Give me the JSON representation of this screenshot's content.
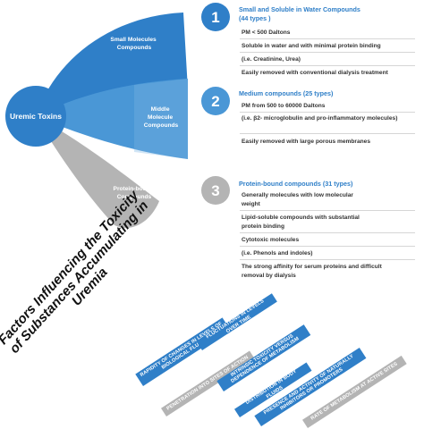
{
  "center": {
    "label": "Uremic Toxins"
  },
  "petals": [
    {
      "label": "Small Molecules Compounds"
    },
    {
      "label": "Middle Molecule Compounds"
    },
    {
      "label": "Protein-bound Compounds"
    }
  ],
  "categories": [
    {
      "number": "1",
      "title": "Small and Soluble in Water Compounds",
      "subtitle": "(44 types )",
      "bullets": [
        "PM < 500 Daltons",
        "Soluble in water and with minimal protein binding",
        "(i.e. Creatinine, Urea)",
        "Easily removed with conventional dialysis treatment"
      ]
    },
    {
      "number": "2",
      "title": "Medium compounds (25 types)",
      "bullets": [
        "PM from 500 to 60000 Daltons",
        "(i.e. β2- microglobulin and pro-inflammatory molecules)",
        "Easily removed with large porous membranes"
      ]
    },
    {
      "number": "3",
      "title": "Protein-bound compounds (31 types)",
      "bullets": [
        "Generally molecules with low molecular weight",
        "Lipid-soluble compounds with substantial protein binding",
        "Cytotoxic molecules",
        "(i.e. Phenols and indoles)",
        "The strong affinity for serum proteins and difficult removal by dialysis"
      ]
    }
  ],
  "factors": {
    "title": "Factors Influencing the Toxicity of Substances Accumulating in Uremia",
    "items": [
      {
        "label": "RAPIDITY OF CHANGES IN LEVELS OF BIOLOGICAL FLUIDS",
        "color": "#2f7fc8"
      },
      {
        "label": "FLUCTUATIONS IN LEVELS OVER TIME",
        "color": "#2f7fc8"
      },
      {
        "label": "PENETRATION INTO SITES OF ACTION",
        "color": "#b4b4b4"
      },
      {
        "label": "INTRINSIC TOXICITY VERSUS DEPENDENCE OF METABOLISM",
        "color": "#2f7fc8"
      },
      {
        "label": "DISTRIBUTION IN BODY FLUIDS",
        "color": "#2f7fc8"
      },
      {
        "label": "PRESENCE AND ACTIVITY OF NATURALLY INHIBITORS OR PROMOTERS",
        "color": "#2f7fc8"
      },
      {
        "label": "RATE OF METABOLISM AT ACTIVE SITES",
        "color": "#b4b4b4"
      }
    ]
  },
  "colors": {
    "blue_dark": "#2f7fc8",
    "blue_light": "#4a97d6",
    "blue_pale": "#7cb4e2",
    "gray": "#b4b4b4"
  }
}
